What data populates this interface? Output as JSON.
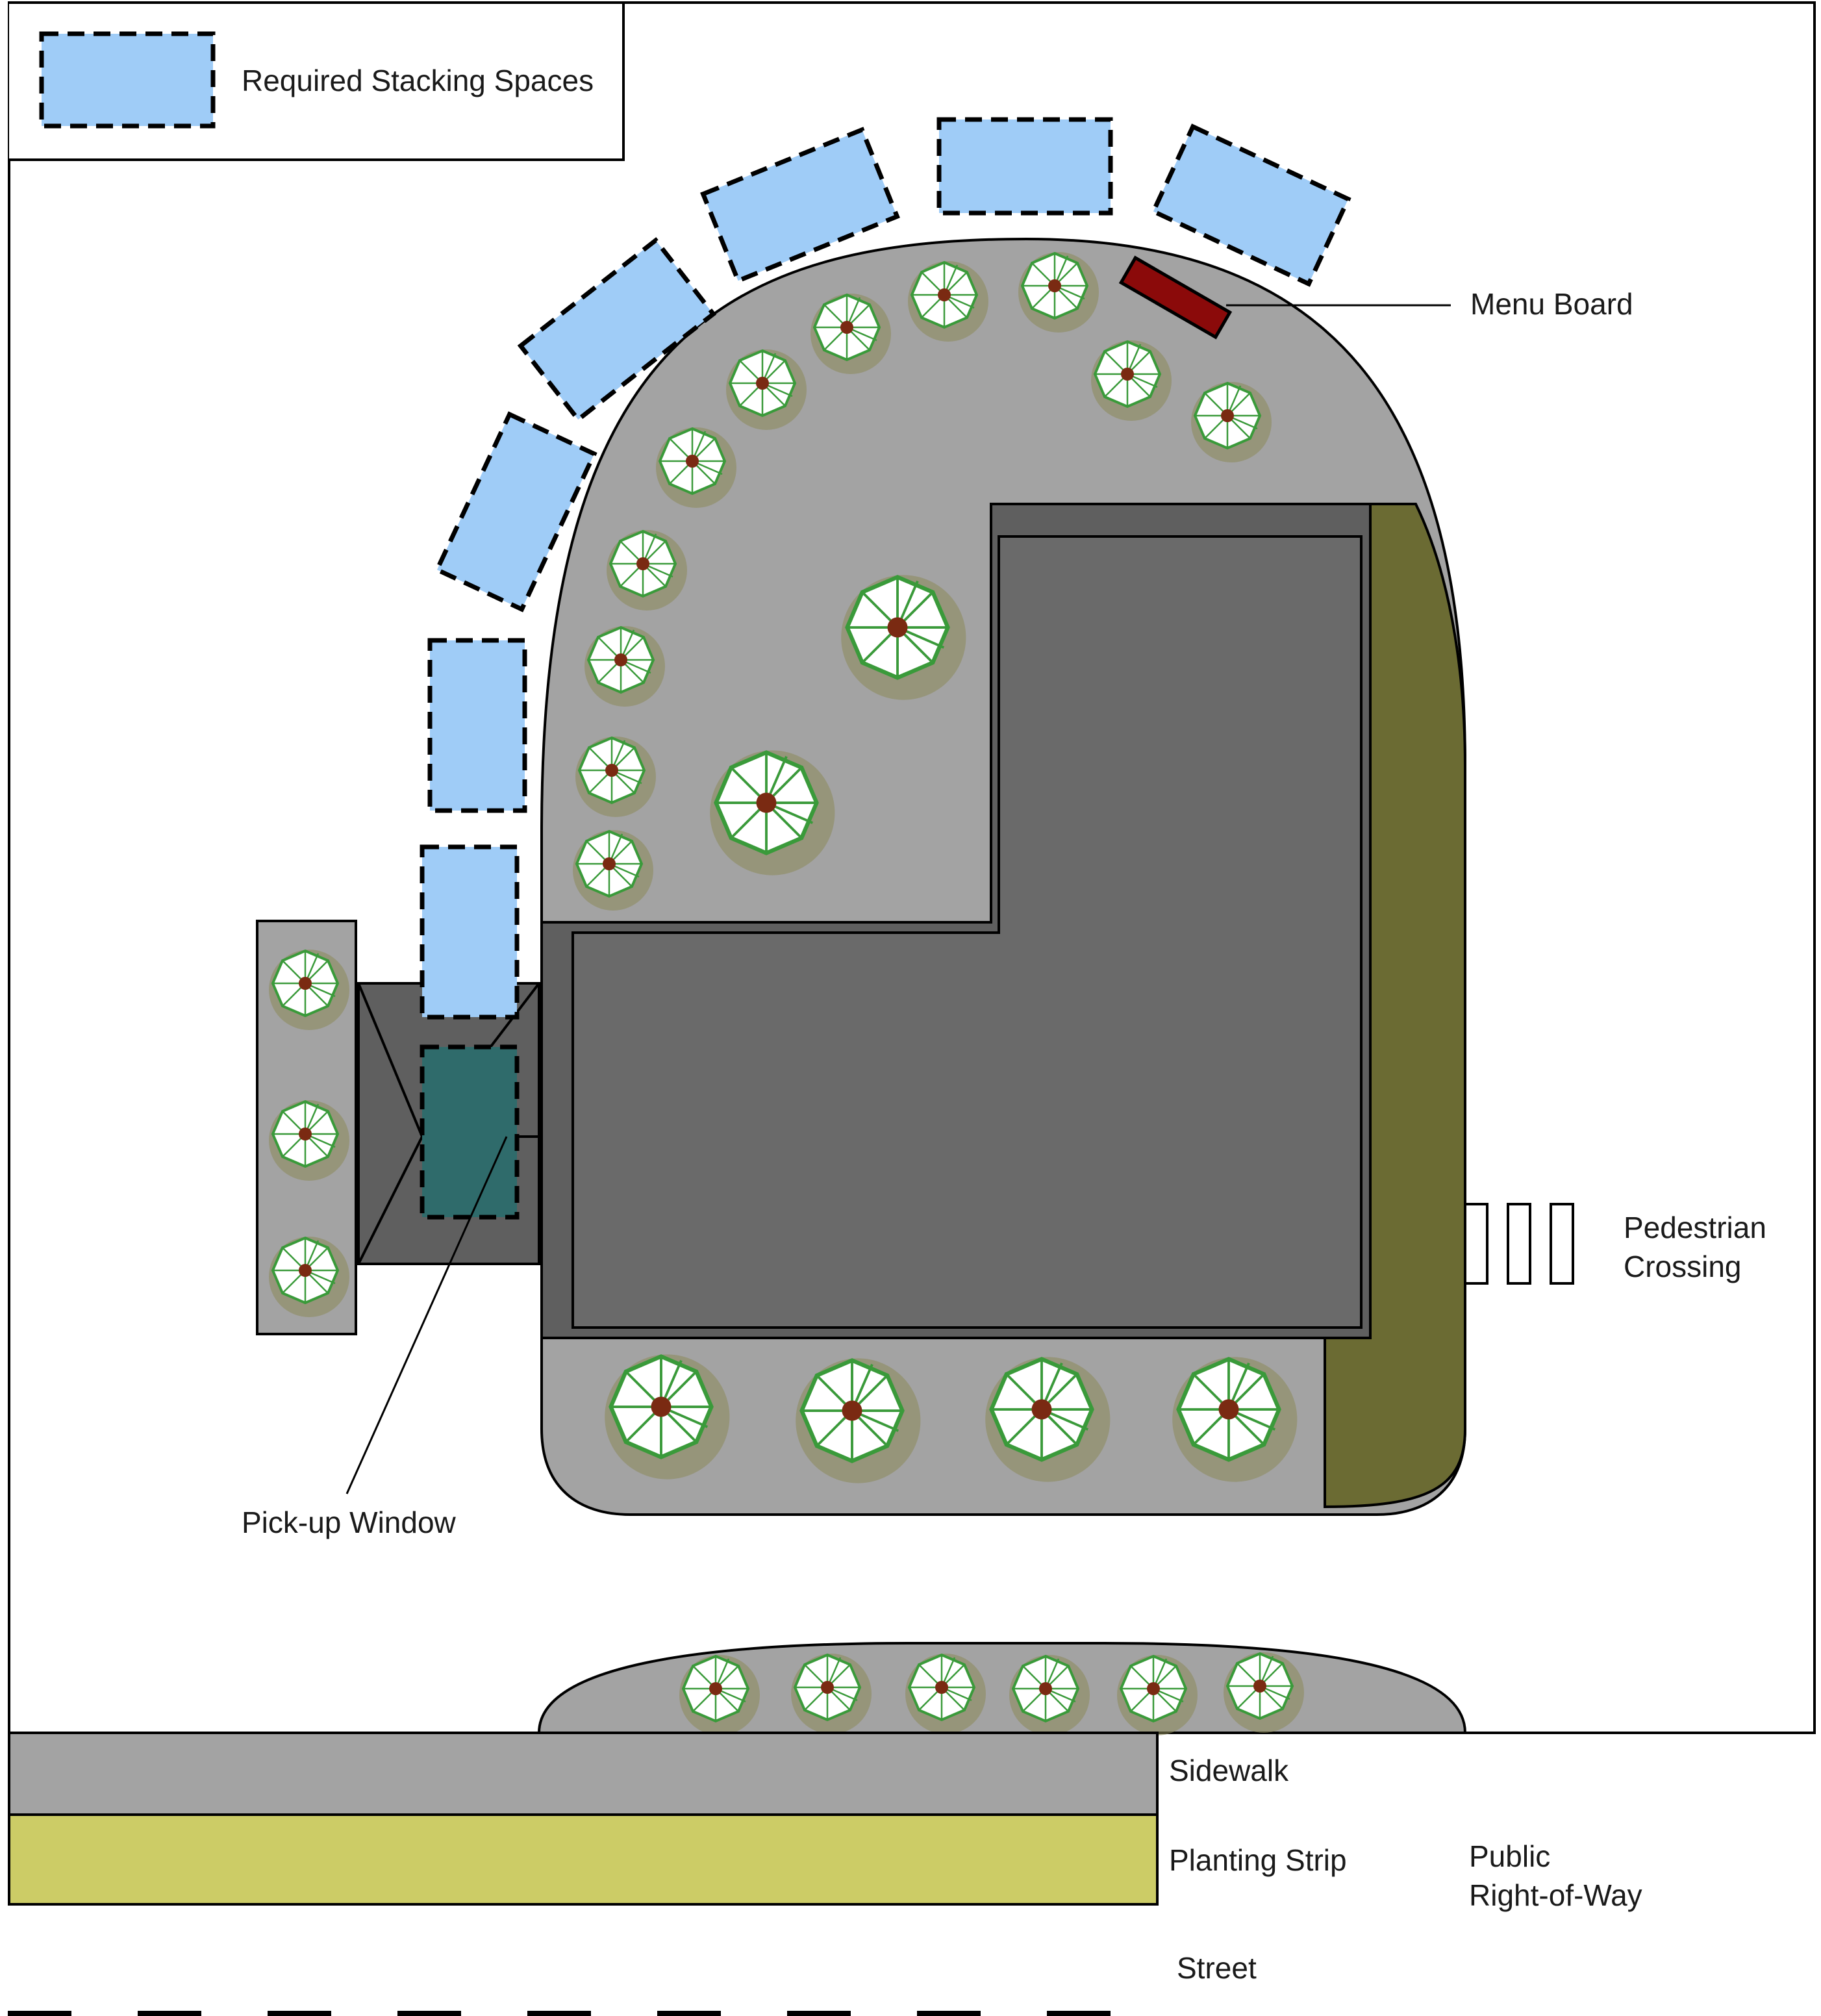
{
  "legend": {
    "swatch_label": "Required Stacking Spaces",
    "swatch_color": "#9fccf7"
  },
  "labels": {
    "menu_board": "Menu Board",
    "pedestrian_crossing_line1": "Pedestrian",
    "pedestrian_crossing_line2": "Crossing",
    "pickup_window": "Pick-up Window",
    "sidewalk": "Sidewalk",
    "planting_strip": "Planting Strip",
    "public_row_line1": "Public",
    "public_row_line2": "Right-of-Way",
    "street": "Street"
  },
  "colors": {
    "paving": "#a3a3a3",
    "building_dark": "#5f5f5f",
    "building_roof": "#6a6a6a",
    "landscape_olive": "#6b6b33",
    "planting_strip": "#cccc66",
    "sidewalk": "#a3a3a3",
    "menu_board": "#8b0a0a",
    "pickup_stack": "#2f6b6b"
  },
  "icons": {
    "tree": "tree-icon",
    "menu_board": "menu-board-icon",
    "crosswalk": "crosswalk-stripe-icon"
  }
}
